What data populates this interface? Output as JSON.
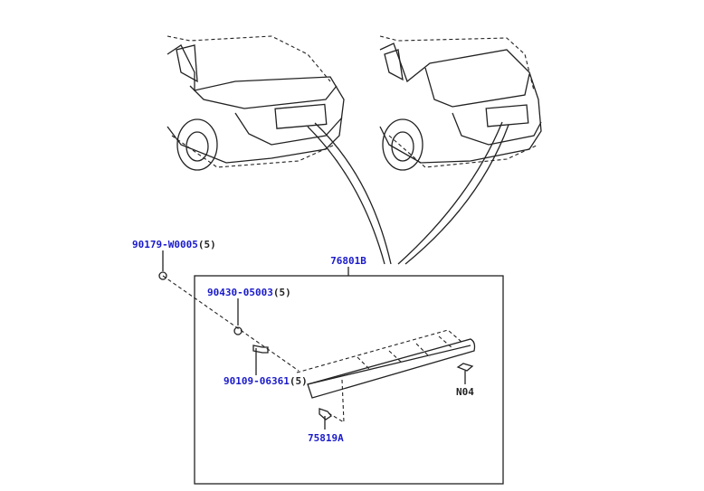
{
  "diagram": {
    "assembly_label": "76801B",
    "parts": [
      {
        "number": "90179-W0005",
        "qty": "(5)"
      },
      {
        "number": "90430-05003",
        "qty": "(5)"
      },
      {
        "number": "90109-06361",
        "qty": "(5)"
      },
      {
        "number": "75819A",
        "qty": ""
      },
      {
        "number": "N04",
        "qty": ""
      }
    ],
    "colors": {
      "part_number": "#1a1acc",
      "line": "#222222"
    }
  }
}
